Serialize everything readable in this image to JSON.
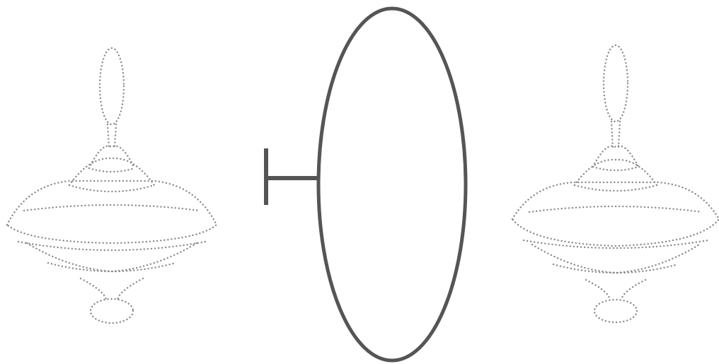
{
  "colors": {
    "background": "#ffffff",
    "dotted_outline": "#8c8c8c",
    "solid_outline": "#555555"
  },
  "figure": {
    "left_top": {
      "style": "dotted",
      "icon": "spinning-top-icon"
    },
    "center_object": {
      "style": "solid",
      "parts": [
        "ring-outline",
        "handle"
      ]
    },
    "right_top": {
      "style": "dotted",
      "icon": "spinning-top-icon"
    }
  }
}
